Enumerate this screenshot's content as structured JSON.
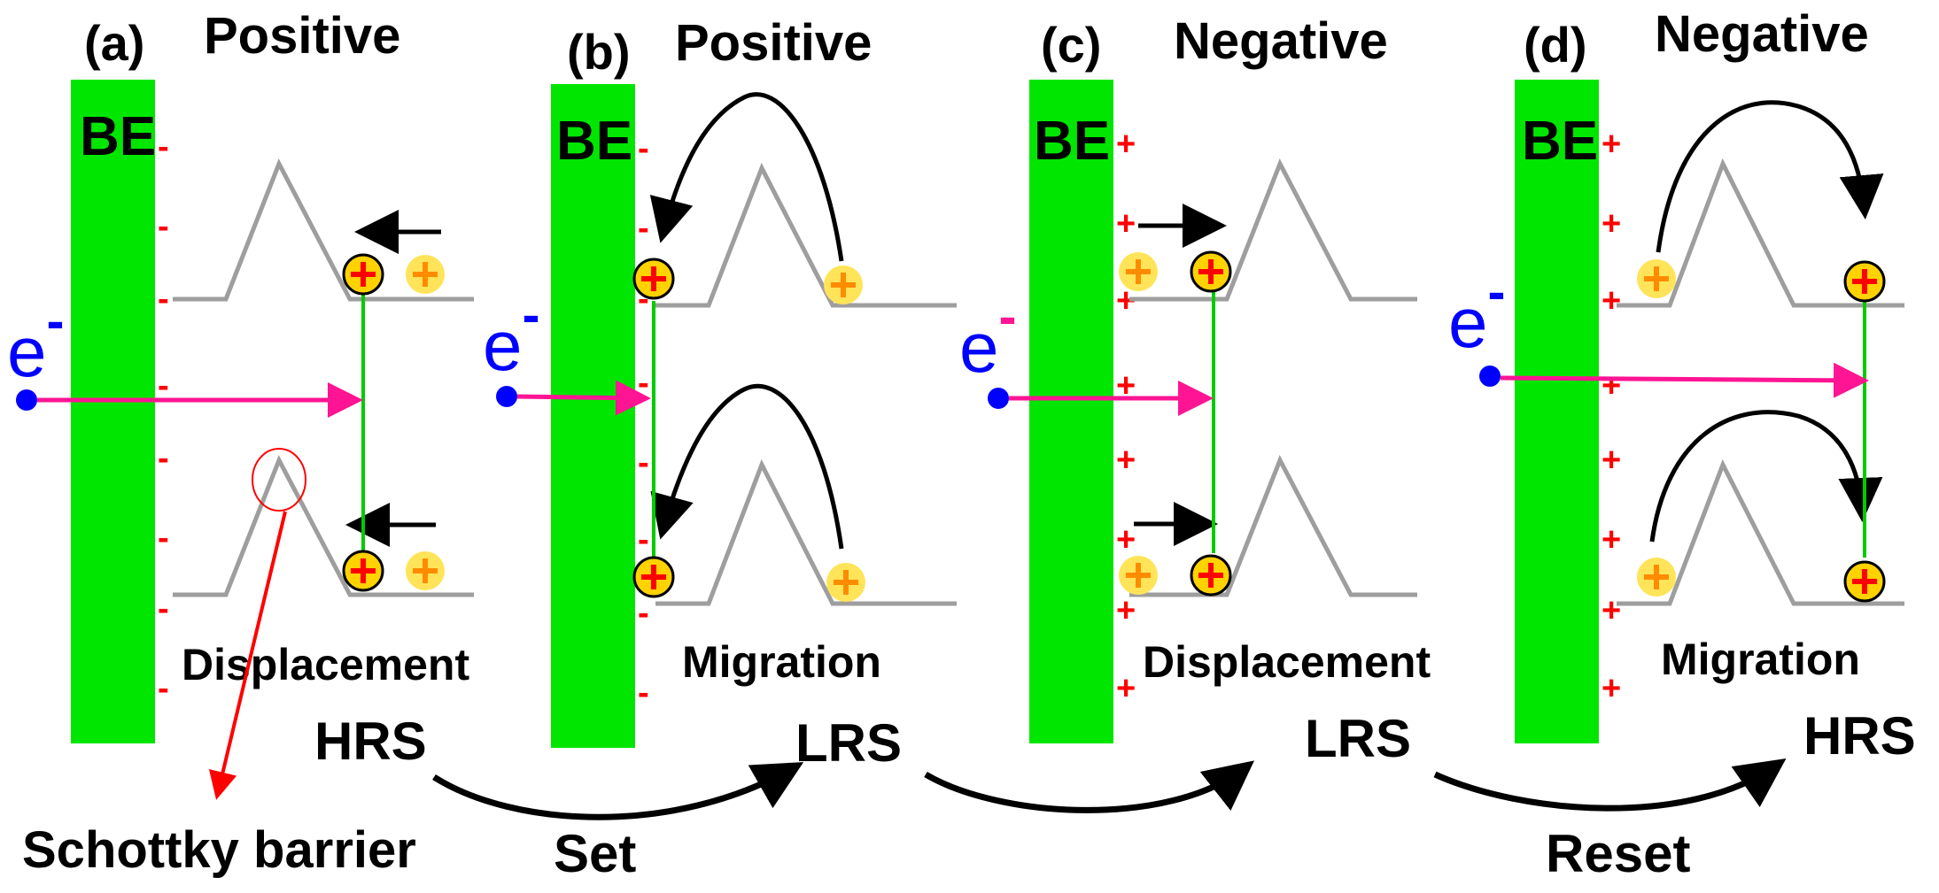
{
  "panels": [
    {
      "tag": "(a)",
      "polarity": "Positive",
      "electrode": "BE",
      "electrode_charge": "-",
      "electron": "e",
      "electron_charge": "-",
      "process": "Displacement",
      "state": "HRS"
    },
    {
      "tag": "(b)",
      "polarity": "Positive",
      "electrode": "BE",
      "electrode_charge": "-",
      "electron": "e",
      "electron_charge": "-",
      "process": "Migration",
      "state": "LRS"
    },
    {
      "tag": "(c)",
      "polarity": "Negative",
      "electrode": "BE",
      "electrode_charge": "+",
      "electron": "e",
      "electron_charge": "-",
      "process": "Displacement",
      "state": "LRS"
    },
    {
      "tag": "(d)",
      "polarity": "Negative",
      "electrode": "BE",
      "electrode_charge": "+",
      "electron": "e",
      "electron_charge": "-",
      "process": "Migration",
      "state": "HRS"
    }
  ],
  "transitions": [
    "Set",
    "",
    "Reset"
  ],
  "callout": "Schottky barrier",
  "colors": {
    "electrode": "#00e600",
    "electron": "#0000ff",
    "beam": "#ff1493",
    "filament": "#00cc00",
    "barrier": "#9e9e9e",
    "ion": "#ffd200",
    "charge": "#ff0000",
    "callout": "#ff0000"
  }
}
